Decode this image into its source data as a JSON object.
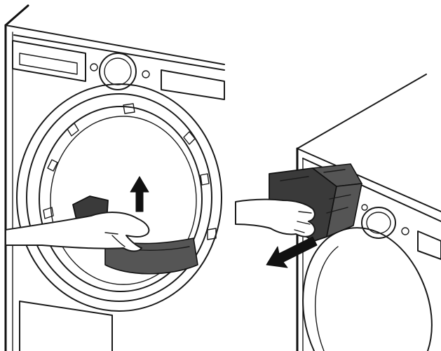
{
  "figure": {
    "panels": [
      {
        "id": "left",
        "arrow_direction": "up"
      },
      {
        "id": "right",
        "arrow_direction": "down-left"
      }
    ]
  }
}
